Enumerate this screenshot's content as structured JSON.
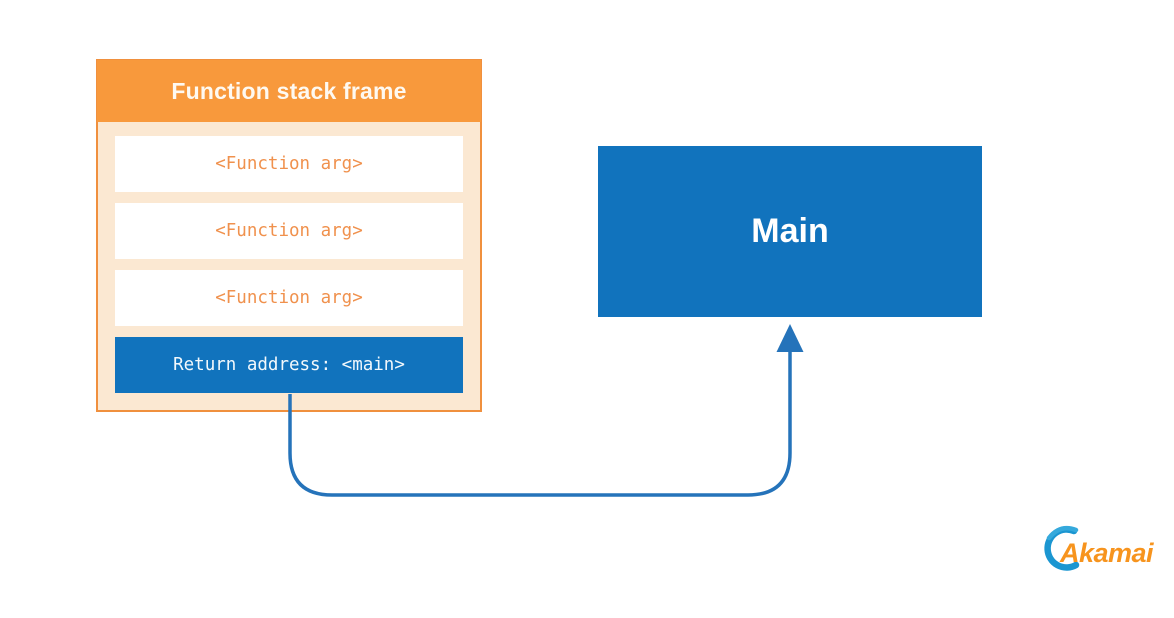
{
  "diagram": {
    "stack_frame": {
      "title": "Function stack frame",
      "rows": [
        {
          "label": "<Function arg>"
        },
        {
          "label": "<Function arg>"
        },
        {
          "label": "<Function arg>"
        },
        {
          "label": "Return address: <main>"
        }
      ]
    },
    "main_box": {
      "label": "Main"
    },
    "arrow": {
      "from": "return-address-row",
      "to": "main-box"
    }
  },
  "branding": {
    "logo_text": "Akamai"
  },
  "colors": {
    "header_orange": "#F8993C",
    "border_orange": "#F0903E",
    "frame_peach": "#FBE8D2",
    "row_text_orange": "#F0914D",
    "box_blue": "#1173BD",
    "arrow_blue": "#2573BA",
    "logo_blue": "#1B96D1",
    "logo_orange": "#F7941E"
  }
}
